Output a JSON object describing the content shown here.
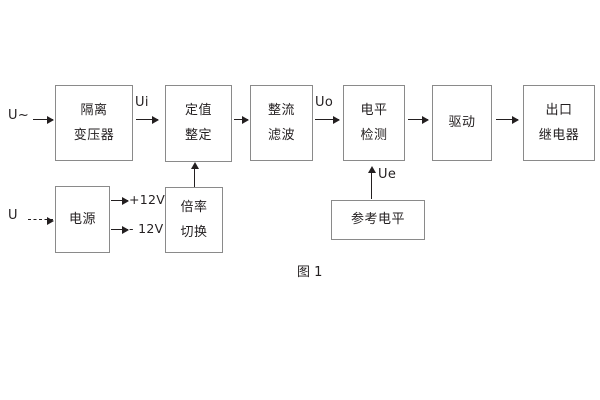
{
  "figure": {
    "caption": "图 1",
    "background_color": "#ffffff",
    "line_color": "#8a8a8a",
    "arrow_color": "#231f20"
  },
  "inputs": [
    {
      "id": "ac-input",
      "label": "U~",
      "arrow_style": "solid"
    },
    {
      "id": "dc-input",
      "label": "U",
      "arrow_style": "dashed"
    }
  ],
  "blocks": [
    {
      "id": "isolation-transformer",
      "lines": [
        "隔离",
        "变压器"
      ]
    },
    {
      "id": "setting-value",
      "lines": [
        "定值",
        "整定"
      ]
    },
    {
      "id": "rectify-filter",
      "lines": [
        "整流",
        "滤波"
      ]
    },
    {
      "id": "level-detection",
      "lines": [
        "电平",
        "检测"
      ]
    },
    {
      "id": "drive",
      "lines": [
        "驱动"
      ]
    },
    {
      "id": "output-relay",
      "lines": [
        "出口",
        "继电器"
      ]
    },
    {
      "id": "power-supply",
      "lines": [
        "电源"
      ]
    },
    {
      "id": "multiplier-switch",
      "lines": [
        "倍率",
        "切换"
      ]
    },
    {
      "id": "reference-level",
      "lines": [
        "参考电平"
      ]
    }
  ],
  "signal_labels": [
    {
      "id": "ui",
      "text": "Ui"
    },
    {
      "id": "uo",
      "text": "Uo"
    },
    {
      "id": "ue",
      "text": "Ue"
    }
  ],
  "supply_rails": [
    {
      "id": "rail-positive",
      "text": "+12V"
    },
    {
      "id": "rail-negative",
      "text": "- 12V"
    }
  ]
}
